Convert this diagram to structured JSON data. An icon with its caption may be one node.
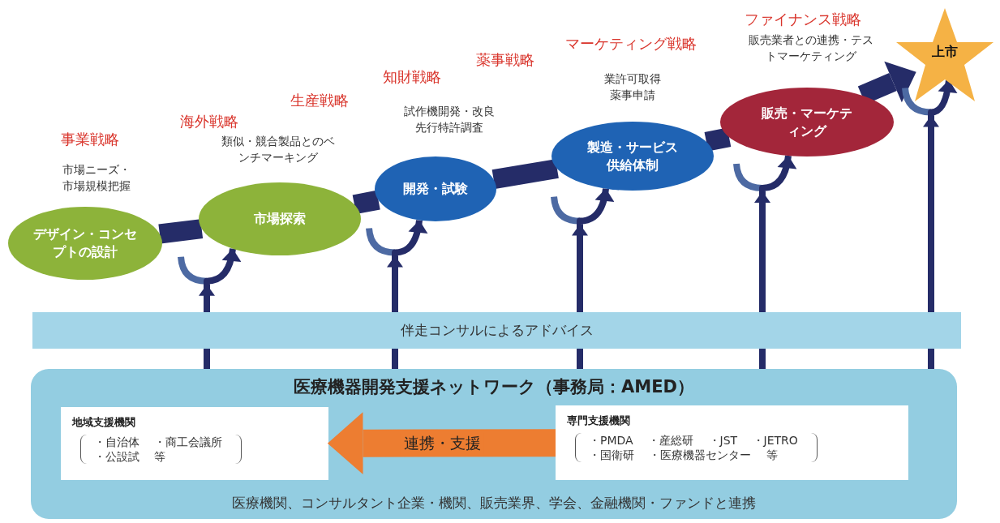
{
  "diagram": {
    "nodes": [
      {
        "text": [
          "デザイン・コンセプトの設計"
        ],
        "beside": [
          "市場ニーズ・市場規模把握"
        ]
      },
      {
        "text": [
          "市場探索"
        ],
        "beside": [
          "類似・競合製品とのベンチマーキング"
        ]
      },
      {
        "text": [
          "開発・試験"
        ],
        "beside": [
          "試作機開発・改良先行特許調査"
        ]
      },
      {
        "text": [
          "製造・サービス供給体制"
        ],
        "beside": [
          "業許可取得薬事申請"
        ]
      },
      {
        "text": [
          "販売・マーケティング"
        ],
        "beside": [
          "販売業者との連携・テストマーケティング"
        ]
      },
      {
        "text": [
          "上市"
        ]
      },
      {
        "text": [
          "伴走コンサルによるアドバイス"
        ]
      },
      {
        "text": [
          "医療機器開発支援ネットワーク（事務局：AMED）",
          "医療機関、コンサルタント企業・機関、販売業界、学会、金融機関・ファンドと連携"
        ]
      },
      {
        "text": [
          "地域支援機関",
          "・自治体 ・商工会議所・公設試 等"
        ],
        "in": 7
      },
      {
        "text": [
          "専門支援機関",
          "・PMDA ・産総研 ・JST ・JETRO ・国衛研 ・医療機器センター 等"
        ],
        "in": 7
      }
    ],
    "edges": [
      {
        "from": 0,
        "to": 1,
        "arrow": "none",
        "style": "thick"
      },
      {
        "from": 1,
        "to": 2,
        "arrow": "none",
        "style": "thick"
      },
      {
        "from": 2,
        "to": 3,
        "arrow": "none",
        "style": "thick"
      },
      {
        "from": 3,
        "to": 4,
        "arrow": "none",
        "style": "thick"
      },
      {
        "from": 4,
        "to": 5,
        "arrow": "to",
        "style": "thick"
      },
      {
        "from": 6,
        "to": 1,
        "arrow": "to"
      },
      {
        "from": 6,
        "to": 2,
        "arrow": "to"
      },
      {
        "from": 6,
        "to": 3,
        "arrow": "to"
      },
      {
        "from": 6,
        "to": 4,
        "arrow": "to"
      },
      {
        "from": 6,
        "to": 5,
        "arrow": "to"
      },
      {
        "from": 7,
        "to": 6,
        "arrow": "none"
      },
      {
        "from": 7,
        "to": 6,
        "arrow": "none"
      },
      {
        "from": 7,
        "to": 6,
        "arrow": "none"
      },
      {
        "from": 7,
        "to": 6,
        "arrow": "none"
      },
      {
        "from": 7,
        "to": 6,
        "arrow": "none"
      },
      {
        "from": 9,
        "to": 8,
        "arrow": "to",
        "label": "連携・支援",
        "style": "thick",
        "color": "#ed7d31"
      }
    ],
    "labels": [
      "ファイナンス戦略",
      "マーケティング戦略",
      "薬事戦略",
      "知財戦略",
      "生産戦略",
      "海外戦略",
      "事業戦略"
    ]
  }
}
